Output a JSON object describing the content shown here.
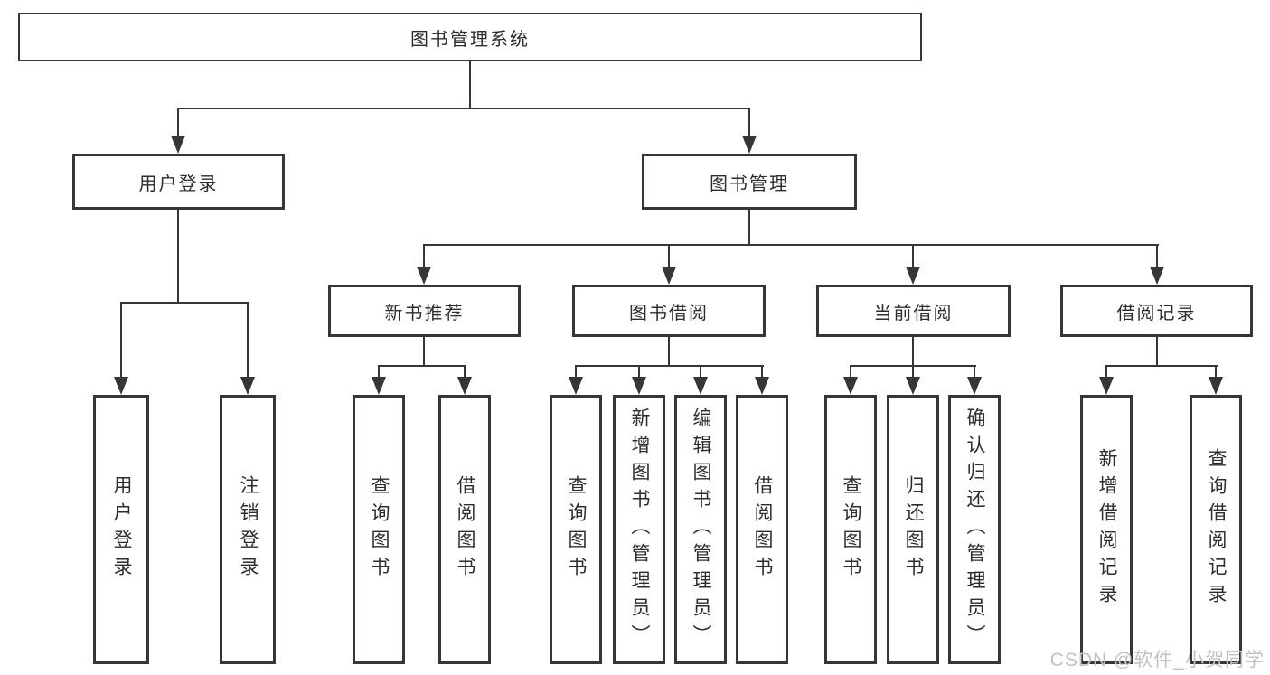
{
  "colors": {
    "line": "#363636",
    "text": "#2d2d2d",
    "watermark": "#c2c2c2",
    "background": "#ffffff"
  },
  "watermark": {
    "text": "CSDN @软件_小贺同学"
  },
  "diagram": {
    "type": "hierarchy-tree",
    "root": {
      "label": "图书管理系统",
      "children": [
        {
          "label": "用户登录",
          "children": [
            {
              "label": "用户登录"
            },
            {
              "label": "注销登录"
            }
          ]
        },
        {
          "label": "图书管理",
          "children": [
            {
              "label": "新书推荐",
              "children": [
                {
                  "label": "查询图书"
                },
                {
                  "label": "借阅图书"
                }
              ]
            },
            {
              "label": "图书借阅",
              "children": [
                {
                  "label": "查询图书"
                },
                {
                  "label": "新增图书（管理员）"
                },
                {
                  "label": "编辑图书（管理员）"
                },
                {
                  "label": "借阅图书"
                }
              ]
            },
            {
              "label": "当前借阅",
              "children": [
                {
                  "label": "查询图书"
                },
                {
                  "label": "归还图书"
                },
                {
                  "label": "确认归还（管理员）"
                }
              ]
            },
            {
              "label": "借阅记录",
              "children": [
                {
                  "label": "新增借阅记录"
                },
                {
                  "label": "查询借阅记录"
                }
              ]
            }
          ]
        }
      ]
    }
  }
}
